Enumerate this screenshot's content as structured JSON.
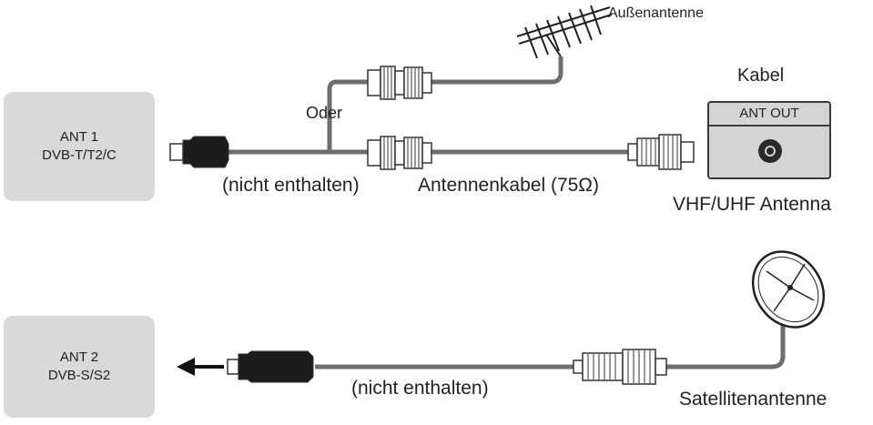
{
  "ant1": {
    "title": "ANT 1",
    "subtitle": "DVB-T/T2/C"
  },
  "ant2": {
    "title": "ANT 2",
    "subtitle": "DVB-S/S2"
  },
  "labels": {
    "outdoor_antenna": "Außenantenne",
    "or": "Oder",
    "cable": "Kabel",
    "ant_out": "ANT OUT",
    "not_included_top": "(nicht enthalten)",
    "antenna_cable": "Antennenkabel (75Ω)",
    "vhf_uhf": "VHF/UHF Antenna",
    "not_included_bottom": "(nicht enthalten)",
    "satellite_antenna": "Satellitenantenne"
  },
  "colors": {
    "box": "#d9d9d9",
    "cable": "#6e6e6e",
    "stroke": "#333333"
  }
}
